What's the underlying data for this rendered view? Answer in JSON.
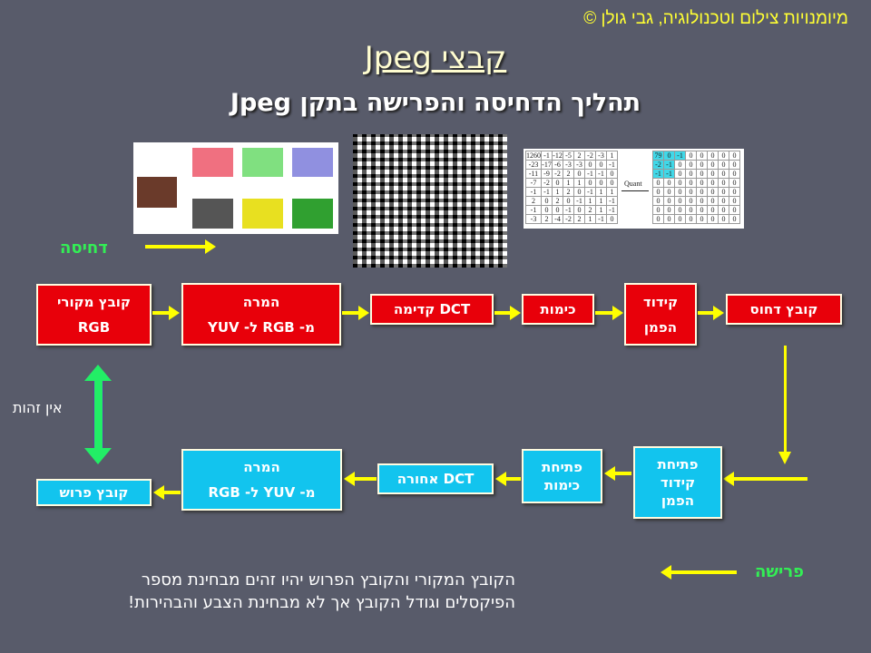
{
  "header": {
    "credit": "מיומנויות צילום וטכנולוגיה,  גבי גולן ©"
  },
  "title": "קבצי Jpeg",
  "subtitle": "תהליך הדחיסה והפרישה בתקן Jpeg",
  "labels": {
    "compression": "דחיסה",
    "decompression": "פרישה",
    "no_identity": "אין זהות",
    "quant_arrow": "Quant"
  },
  "compress_steps": [
    {
      "line1": "קובץ מקורי",
      "line2": "RGB"
    },
    {
      "line1": "המרה",
      "line2": "מ- RGB ל- YUV"
    },
    {
      "line1": "DCT קדימה"
    },
    {
      "line1": "כימות"
    },
    {
      "line1": "קידוד",
      "line2": "הפמן"
    },
    {
      "line1": "קובץ דחוס"
    }
  ],
  "decompress_steps": [
    {
      "line1": "פתיחת",
      "line2": "קידוד",
      "line3": "הפמן"
    },
    {
      "line1": "פתיחת",
      "line2": "כימות"
    },
    {
      "line1": "DCT אחורה"
    },
    {
      "line1": "המרה",
      "line2": "מ- YUV ל- RGB"
    },
    {
      "line1": "קובץ פרוש"
    }
  ],
  "note": {
    "line1": "הקובץ המקורי והקובץ הפרוש יהיו זהים מבחינת מספר",
    "line2": "הפיקסלים וגודל הקובץ אך לא מבחינת הצבע  והבהירות!"
  },
  "dct_matrix": [
    [
      1260,
      -1,
      -12,
      -5,
      2,
      -2,
      -3,
      1
    ],
    [
      -23,
      -17,
      -6,
      -3,
      -3,
      0,
      0,
      -1
    ],
    [
      -11,
      -9,
      -2,
      2,
      0,
      -1,
      -1,
      0
    ],
    [
      -7,
      -2,
      0,
      1,
      1,
      0,
      0,
      0
    ],
    [
      -1,
      -1,
      1,
      2,
      0,
      -1,
      1,
      1
    ],
    [
      2,
      0,
      2,
      0,
      -1,
      1,
      1,
      -1
    ],
    [
      -1,
      0,
      0,
      -1,
      0,
      2,
      1,
      -1
    ],
    [
      -3,
      2,
      -4,
      -2,
      2,
      1,
      -1,
      0
    ]
  ],
  "quant_matrix": [
    [
      79,
      0,
      -1,
      0,
      0,
      0,
      0,
      0
    ],
    [
      -2,
      -1,
      0,
      0,
      0,
      0,
      0,
      0
    ],
    [
      -1,
      -1,
      0,
      0,
      0,
      0,
      0,
      0
    ],
    [
      0,
      0,
      0,
      0,
      0,
      0,
      0,
      0
    ],
    [
      0,
      0,
      0,
      0,
      0,
      0,
      0,
      0
    ],
    [
      0,
      0,
      0,
      0,
      0,
      0,
      0,
      0
    ],
    [
      0,
      0,
      0,
      0,
      0,
      0,
      0,
      0
    ],
    [
      0,
      0,
      0,
      0,
      0,
      0,
      0,
      0
    ]
  ],
  "colors": {
    "compress": "#e8000a",
    "decompress": "#12c4ee",
    "arrow": "#ffff00",
    "accent": "#33ee55"
  }
}
